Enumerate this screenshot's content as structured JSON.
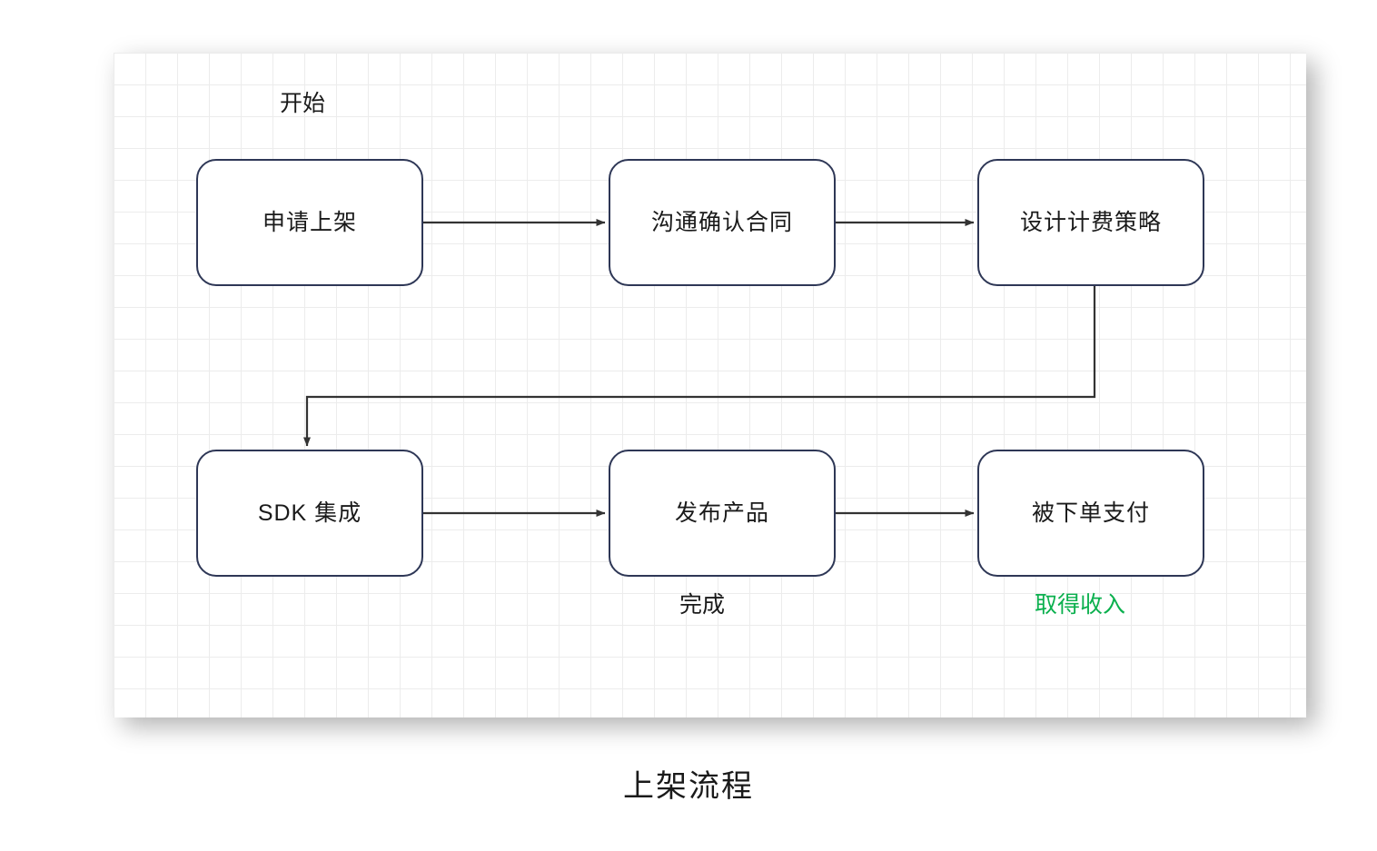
{
  "diagram": {
    "caption": "上架流程",
    "nodes": [
      {
        "id": "apply",
        "label": "申请上架"
      },
      {
        "id": "contract",
        "label": "沟通确认合同"
      },
      {
        "id": "pricing",
        "label": "设计计费策略"
      },
      {
        "id": "sdk",
        "label": "SDK 集成"
      },
      {
        "id": "publish",
        "label": "发布产品"
      },
      {
        "id": "paid",
        "label": "被下单支付"
      }
    ],
    "annotations": [
      {
        "id": "start",
        "text": "开始",
        "color": "#1a1a1a"
      },
      {
        "id": "done",
        "text": "完成",
        "color": "#1a1a1a"
      },
      {
        "id": "income",
        "text": "取得收入",
        "color": "#0bb04e"
      }
    ],
    "edges": [
      {
        "from": "apply",
        "to": "contract",
        "style": "straight-right"
      },
      {
        "from": "contract",
        "to": "pricing",
        "style": "straight-right"
      },
      {
        "from": "pricing",
        "to": "sdk",
        "style": "elbow-down-left"
      },
      {
        "from": "sdk",
        "to": "publish",
        "style": "straight-right"
      },
      {
        "from": "publish",
        "to": "paid",
        "style": "straight-right"
      }
    ],
    "colors": {
      "node_border": "#2e3756",
      "node_fill": "#ffffff",
      "edge": "#333333",
      "grid": "#ececec",
      "accent_green": "#0bb04e"
    }
  }
}
